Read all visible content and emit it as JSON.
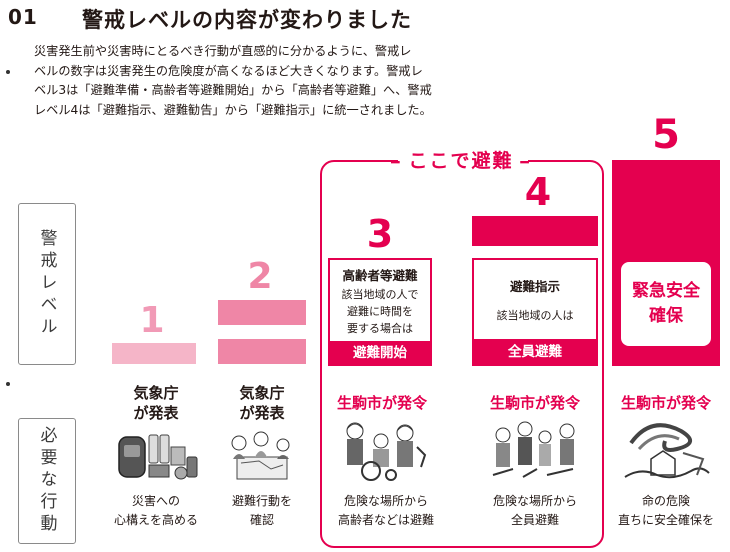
{
  "header": {
    "number": "01",
    "title": "警戒レベルの内容が変わりました"
  },
  "intro": {
    "lines": [
      "災害発生前や災害時にとるべき行動が直感的に分かるように、警戒レ",
      "ベルの数字は災害発生の危険度が高くなるほど大きくなります。警戒レ",
      "ベル3は「避難準備・高齢者等避難開始」から「高齢者等避難」へ、警戒",
      "レベル4は「避難指示、避難勧告」から「避難指示」に統一されました。"
    ]
  },
  "labels": {
    "level_axis": "警戒レベル",
    "action_axis": "必要な行動",
    "evacuate_here": "ここで避難"
  },
  "levels": [
    {
      "number": "1",
      "issuer_line1": "気象庁",
      "issuer_line2": "が発表",
      "action_line1": "災害への",
      "action_line2": "心構えを高める",
      "illustration": "emergency-supplies"
    },
    {
      "number": "2",
      "issuer_line1": "気象庁",
      "issuer_line2": "が発表",
      "action_line1": "避難行動を",
      "action_line2": "確認",
      "illustration": "family-checking-map"
    },
    {
      "number": "3",
      "issuer": "生駒市が発令",
      "card_title": "高齢者等避難",
      "card_lines": [
        "該当地域の人で",
        "避難に時間を",
        "要する場合は"
      ],
      "card_action": "避難開始",
      "action_line1": "危険な場所から",
      "action_line2": "高齢者などは避難",
      "illustration": "elderly-evacuation"
    },
    {
      "number": "4",
      "issuer": "生駒市が発令",
      "card_title": "避難指示",
      "card_lines": [
        "該当地域の人は"
      ],
      "card_action": "全員避難",
      "action_line1": "危険な場所から",
      "action_line2": "全員避難",
      "illustration": "group-evacuation"
    },
    {
      "number": "5",
      "issuer": "生駒市が発令",
      "card_title": "緊急安全",
      "card_title2": "確保",
      "action_line1": "命の危険",
      "action_line2": "直ちに安全確保を",
      "illustration": "flood-disaster"
    }
  ],
  "colors": {
    "accent": "#e4004f",
    "level1": "#f5b5c8",
    "level2": "#ef86a6"
  }
}
